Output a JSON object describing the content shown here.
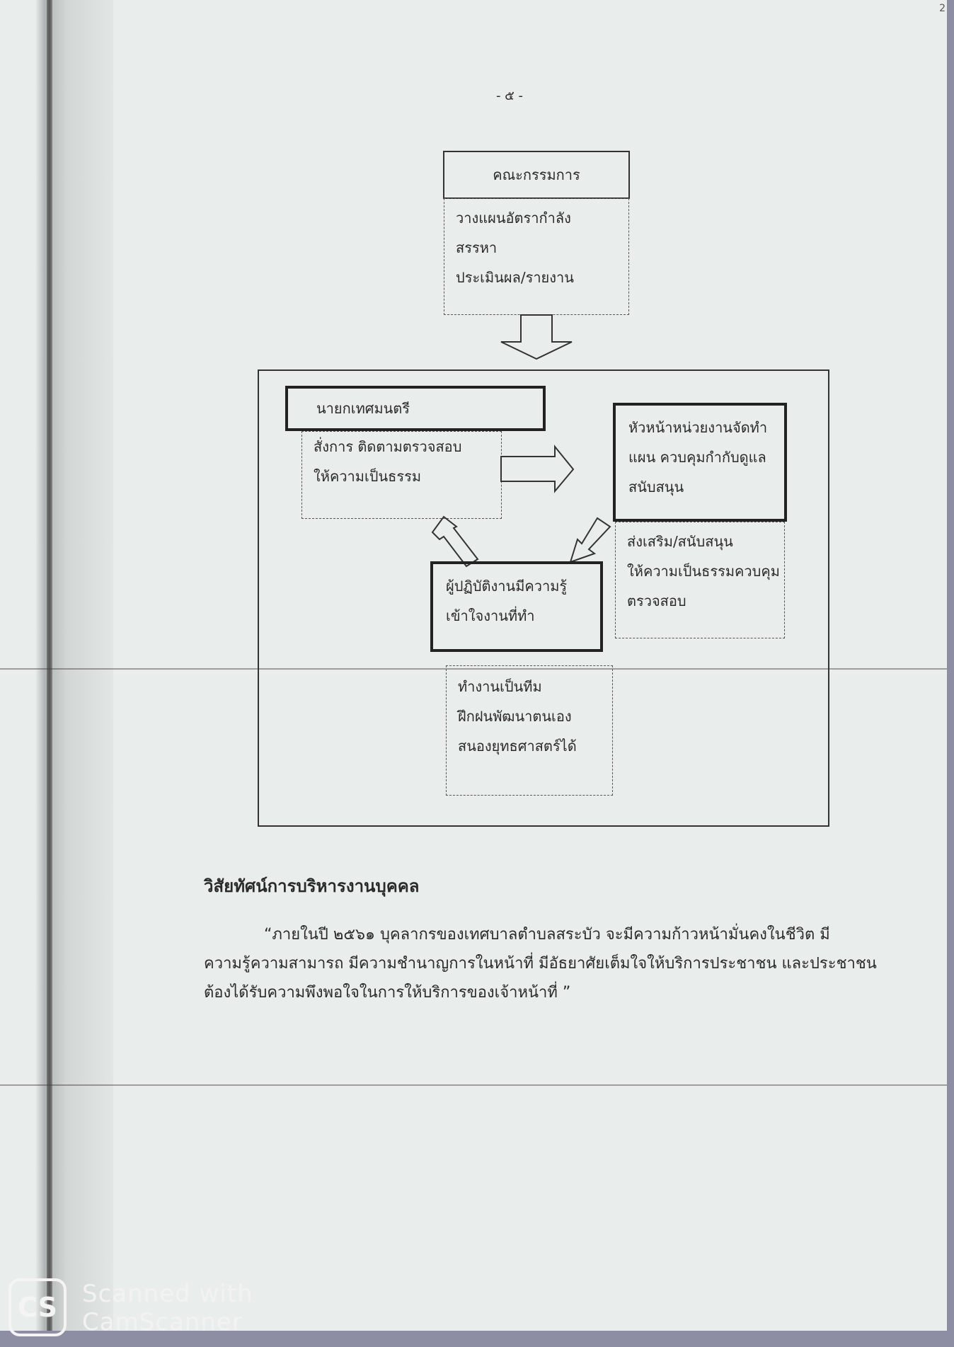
{
  "page": {
    "number": "- ๕ -",
    "corner_mark": "2"
  },
  "diagram": {
    "committee": {
      "title": "คณะกรรมการ",
      "items": [
        "วางแผนอัตรากำลัง",
        "สรรหา",
        "ประเมินผล/รายงาน"
      ]
    },
    "mayor": {
      "title": "นายกเทศมนตรี",
      "items": [
        "สั่งการ ติดตามตรวจสอบ",
        "ให้ความเป็นธรรม"
      ]
    },
    "unit_head": {
      "title_lines": [
        "หัวหน้าหน่วยงานจัดทำ",
        "แผน ควบคุมกำกับดูแล",
        "สนับสนุน"
      ],
      "items": [
        "ส่งเสริม/สนับสนุน",
        "ให้ความเป็นธรรมควบคุม",
        "ตรวจสอบ"
      ]
    },
    "staff": {
      "title_lines": [
        "ผู้ปฏิบัติงานมีความรู้",
        "เข้าใจงานที่ทำ"
      ],
      "items": [
        "ทำงานเป็นทีม",
        "ฝึกฝนพัฒนาตนเอง",
        "สนองยุทธศาสตร์ได้"
      ]
    }
  },
  "vision": {
    "heading": "วิสัยทัศน์การบริหารงานบุคคล",
    "lines": [
      "“ภายในปี ๒๕๖๑  บุคลากรของเทศบาลตำบลสระบัว  จะมีความก้าวหน้ามั่นคงในชีวิต  มี",
      "ความรู้ความสามารถ  มีความชำนาญการในหน้าที่  มีอัธยาศัยเต็มใจให้บริการประชาชน และประชาชน",
      "ต้องได้รับความพึงพอใจในการให้บริการของเจ้าหน้าที่ ”"
    ]
  },
  "watermark": {
    "logo": "CS",
    "line1": "Scanned with",
    "line2": "CamScanner"
  },
  "colors": {
    "paper": "#e9eeed",
    "background": "#8d8ea3",
    "ink": "#2a2a2a"
  }
}
